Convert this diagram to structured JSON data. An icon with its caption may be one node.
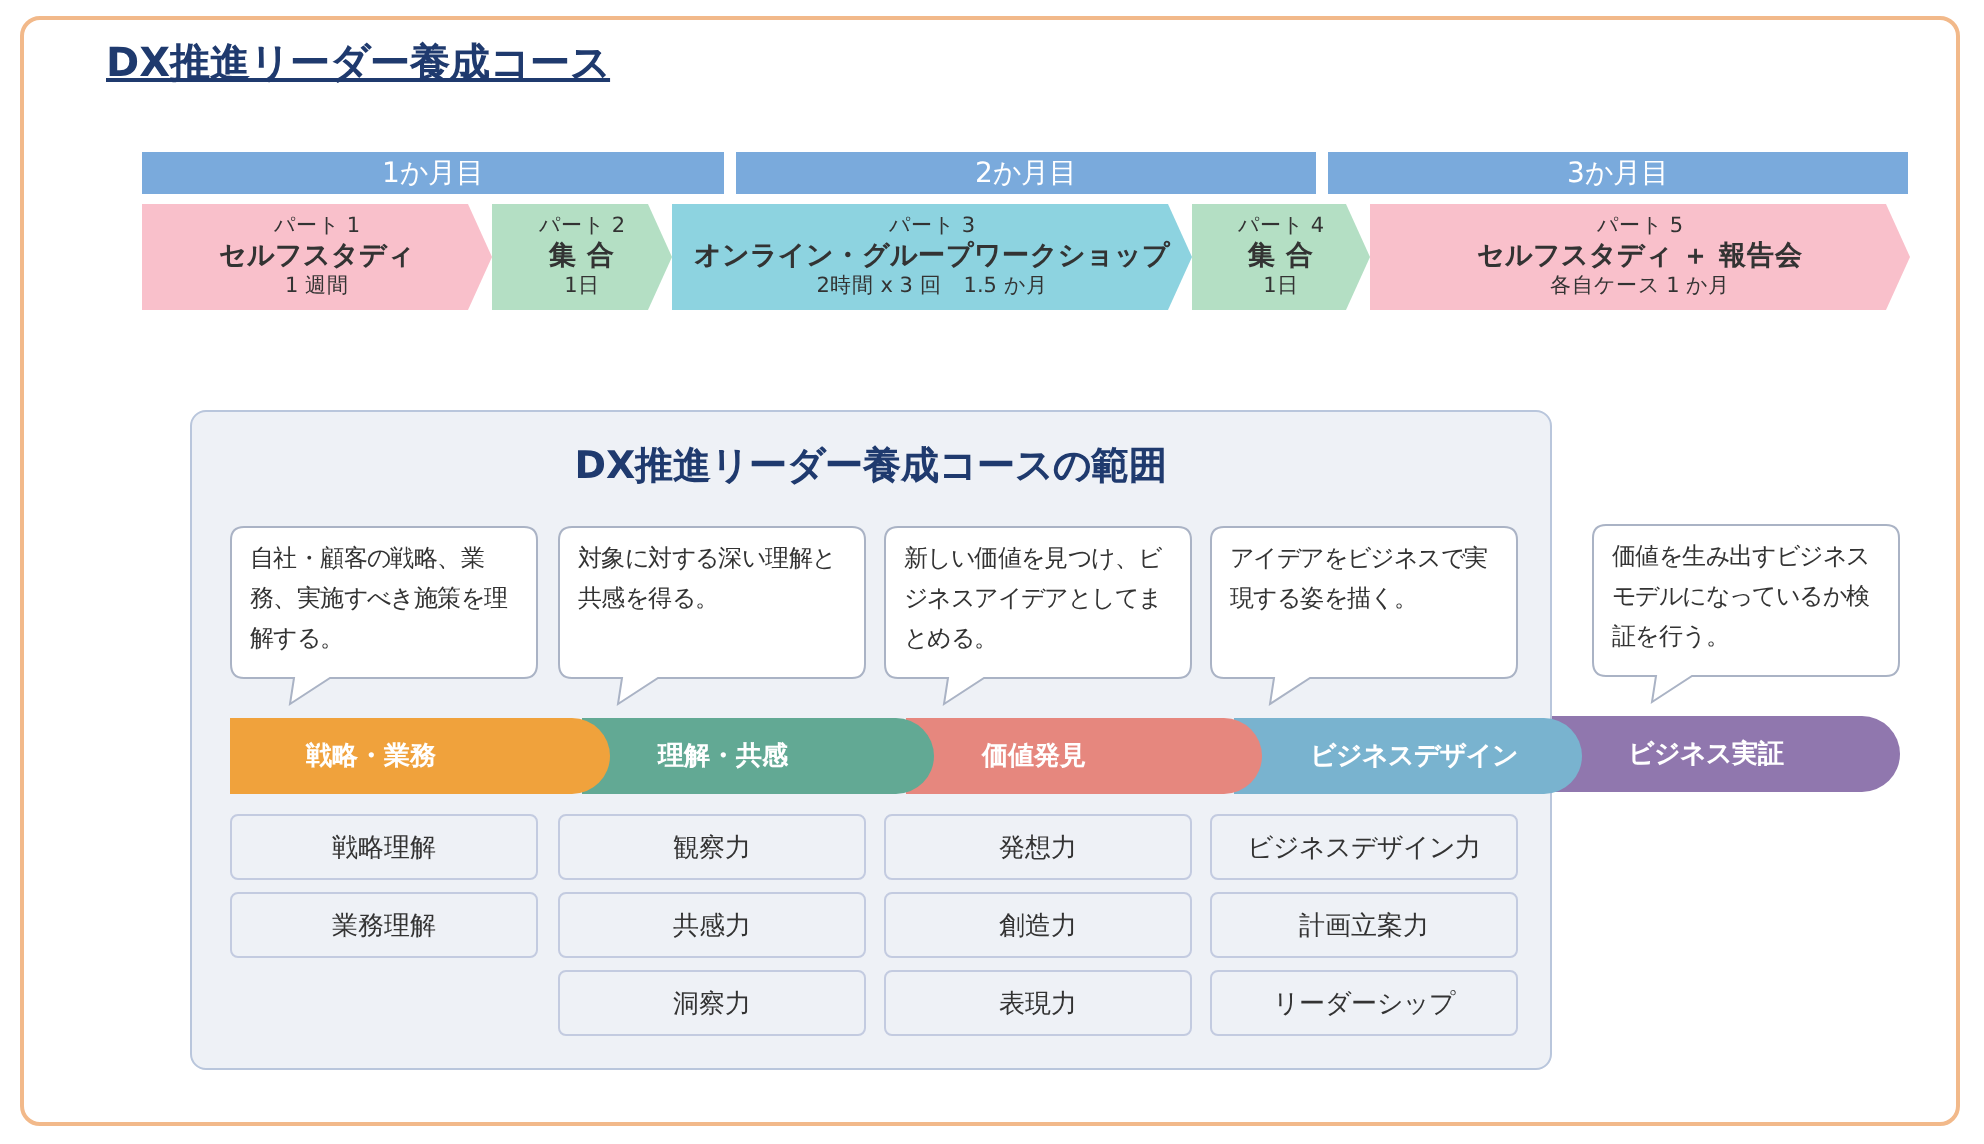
{
  "diagram": {
    "title": "DX推進リーダー養成コース",
    "nodes": [
      {
        "text": [
          "1か月目"
        ]
      },
      {
        "text": [
          "2か月目"
        ]
      },
      {
        "text": [
          "3か月目"
        ]
      },
      {
        "text": [
          "パート 1",
          "セルフスタディ",
          "1 週間"
        ]
      },
      {
        "text": [
          "パート 2",
          "集 合",
          "1日"
        ]
      },
      {
        "text": [
          "パート 3",
          "オンライン・グループワークショップ",
          "2時間 x 3 回　1.5 か月"
        ]
      },
      {
        "text": [
          "パート 4",
          "集 合",
          "1日"
        ]
      },
      {
        "text": [
          "パート 5",
          "セルフスタディ ＋ 報告会",
          "各自ケース 1 か月"
        ]
      },
      {
        "text": [
          "DX推進リーダー養成コースの範囲"
        ]
      },
      {
        "text": [
          "自社・顧客の戦略、業務、実施すべき施策を理解する。"
        ],
        "in": 8
      },
      {
        "text": [
          "対象に対する深い理解と共感を得る。"
        ],
        "in": 8
      },
      {
        "text": [
          "新しい価値を見つけ、ビジネスアイデアとしてまとめる。"
        ],
        "in": 8
      },
      {
        "text": [
          "アイデアをビジネスで実現する姿を描く。"
        ],
        "in": 8
      },
      {
        "text": [
          "価値を生み出すビジネスモデルになっているか検証を行う。"
        ]
      },
      {
        "text": [
          "戦略・業務"
        ],
        "in": 8
      },
      {
        "text": [
          "理解・共感"
        ],
        "in": 8
      },
      {
        "text": [
          "価値発見"
        ],
        "in": 8
      },
      {
        "text": [
          "ビジネスデザイン"
        ],
        "in": 8
      },
      {
        "text": [
          "ビジネス実証"
        ]
      },
      {
        "text": [
          "戦略理解"
        ],
        "in": 8
      },
      {
        "text": [
          "観察力"
        ],
        "in": 8
      },
      {
        "text": [
          "発想力"
        ],
        "in": 8
      },
      {
        "text": [
          "ビジネスデザイン力"
        ],
        "in": 8
      },
      {
        "text": [
          "業務理解"
        ],
        "in": 8
      },
      {
        "text": [
          "共感力"
        ],
        "in": 8
      },
      {
        "text": [
          "創造力"
        ],
        "in": 8
      },
      {
        "text": [
          "計画立案力"
        ],
        "in": 8
      },
      {
        "text": [
          "洞察力"
        ],
        "in": 8
      },
      {
        "text": [
          "表現力"
        ],
        "in": 8
      },
      {
        "text": [
          "リーダーシップ"
        ],
        "in": 8
      }
    ]
  }
}
